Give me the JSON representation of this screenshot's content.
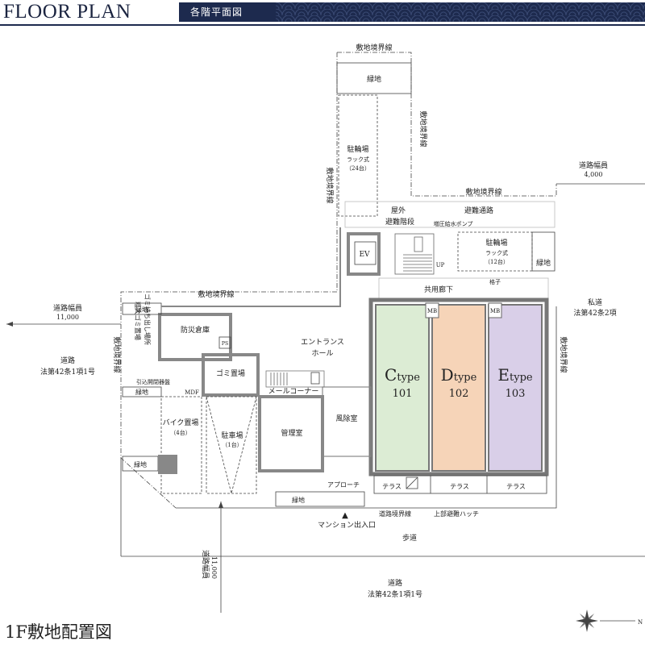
{
  "header": {
    "title": "FLOOR PLAN",
    "subtitle": "各階平面図"
  },
  "footer": {
    "label": "1F敷地配置図"
  },
  "colors": {
    "unit_c": "#dcecd4",
    "unit_d": "#f6d4b8",
    "unit_e": "#d9cfe8",
    "wall": "#8c8c8c",
    "header_band": "#1d2a4e"
  },
  "units": {
    "c": {
      "type_letter": "C",
      "type_suffix": "type",
      "number": "101"
    },
    "d": {
      "type_letter": "D",
      "type_suffix": "type",
      "number": "102"
    },
    "e": {
      "type_letter": "E",
      "type_suffix": "type",
      "number": "103"
    }
  },
  "labels": {
    "boundary_top": "敷地境界線",
    "ryokuchi_top": "緑地",
    "bike_rack_1": "駐輪場",
    "bike_rack_1_type": "ラック式",
    "bike_rack_1_count": "（24台）",
    "boundary_vert_1": "敷地境界線",
    "boundary_vert_2": "敷地境界線",
    "road_width_right": "道路幅員",
    "road_width_right_value": "4,000",
    "boundary_mid": "敷地境界線",
    "escape_stairs_1": "屋外",
    "escape_stairs_2": "避難階段",
    "evac_path": "避難通路",
    "booster_pump": "増圧給水ポンプ",
    "bike_rack_2": "駐輪場",
    "bike_rack_2_type": "ラック式",
    "bike_rack_2_count": "（12台）",
    "ryokuchi_right": "緑地",
    "lattice": "格子",
    "up": "UP",
    "ev": "EV",
    "common_corridor": "共用廊下",
    "mb": "MB",
    "boundary_left": "敷地境界線",
    "private_road": "私道",
    "private_road_law": "法第42条2項",
    "boundary_right": "敷地境界線",
    "road_width_left": "道路幅員",
    "road_width_left_value": "11,000",
    "ryokuchi_left_top": "緑地",
    "disaster_storage": "防災倉庫",
    "ps": "PS",
    "garbage_out": "ゴミ持ち出し場所",
    "bulky_garbage": "粗大ゴミ置場",
    "road_left": "道路",
    "road_left_law": "法第42条1項1号",
    "boundary_left_2": "敷地境界線",
    "entrance_hall_1": "エントランス",
    "entrance_hall_2": "ホール",
    "garbage_room": "ゴミ置場",
    "lead_in_board": "引込開閉器盤",
    "ryokuchi_mdf": "緑地",
    "mdf": "MDF",
    "mail_corner": "メールコーナー",
    "bike_parking": "バイク置場",
    "bike_parking_count": "（4台）",
    "car_parking": "駐車場",
    "car_parking_count": "（1台）",
    "management": "管理室",
    "windbreak": "風除室",
    "ryokuchi_bottom_left": "緑地",
    "approach": "アプローチ",
    "terrace_1": "テラス",
    "terrace_2": "テラス",
    "terrace_3": "テラス",
    "ryokuchi_bottom": "緑地",
    "road_boundary": "道路境界線",
    "upper_hatch": "上部避難ハッチ",
    "entrance_mark": "▲",
    "mansion_entrance": "マンション出入口",
    "sidewalk": "歩道",
    "road_width_bottom": "道路幅員",
    "road_width_bottom_value": "11,000",
    "road_bottom": "道路",
    "road_bottom_law": "法第42条1項1号",
    "compass_n": "N"
  }
}
